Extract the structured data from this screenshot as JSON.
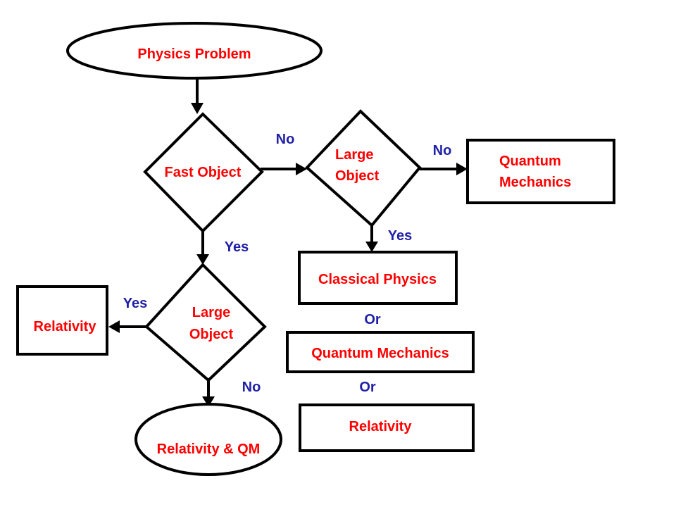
{
  "nodes": {
    "physics_problem": "Physics Problem",
    "fast_object": "Fast Object",
    "large_object_top": [
      "Large",
      "Object"
    ],
    "quantum_mechanics_top": [
      "Quantum",
      "Mechanics"
    ],
    "classical_physics": "Classical Physics",
    "quantum_mechanics_mid": "Quantum Mechanics",
    "relativity_right": "Relativity",
    "large_object_bottom": [
      "Large",
      "Object"
    ],
    "relativity_left": "Relativity",
    "relativity_qm": "Relativity & QM"
  },
  "edge_labels": {
    "fast_no": "No",
    "large_top_no": "No",
    "large_top_yes": "Yes",
    "fast_yes": "Yes",
    "large_bottom_yes": "Yes",
    "large_bottom_no": "No",
    "or_1": "Or",
    "or_2": "Or"
  },
  "colors": {
    "node_text": "#FF0000",
    "edge_label_text": "#1F1FA8",
    "stroke": "#000000"
  }
}
